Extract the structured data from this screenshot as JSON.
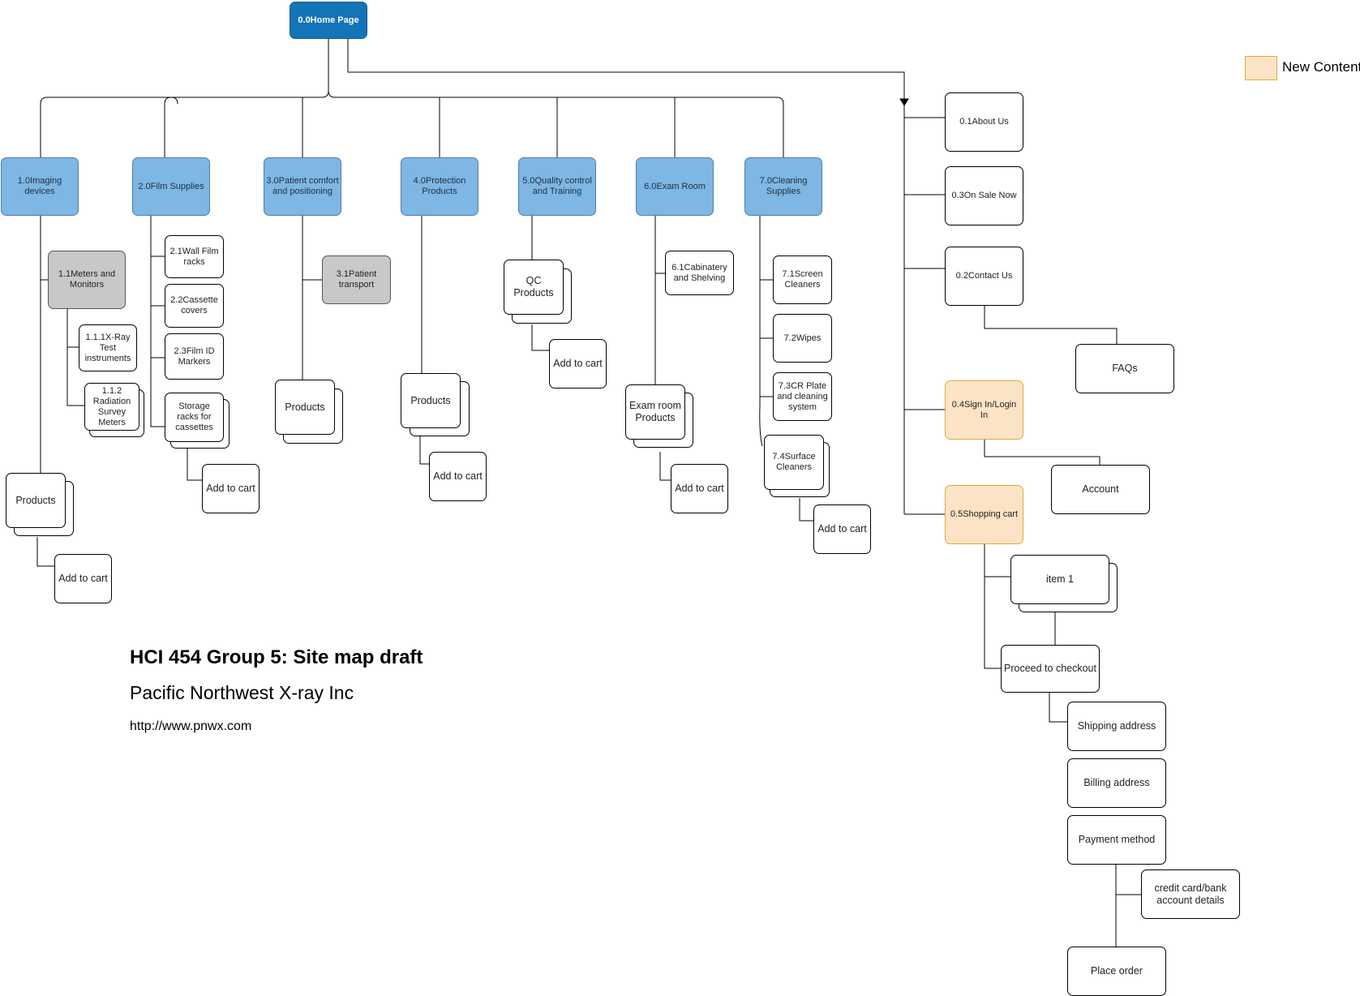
{
  "diagram": {
    "title": "HCI 454 Group 5: Site map draft",
    "company": "Pacific Northwest X-ray Inc",
    "url": "http://www.pnwx.com",
    "legend": {
      "label": "New Content",
      "color": "#fde3c6"
    },
    "colors": {
      "home": "#1474b8",
      "category": "#7eb6e4",
      "subcategory": "#c8c8c8",
      "new_content": "#fde3c6",
      "default": "#ffffff"
    },
    "home": "0.0Home Page",
    "categories": {
      "imaging": "1.0Imaging devices",
      "film": "2.0Film Supplies",
      "patient": "3.0Patient comfort and positioning",
      "protection": "4.0Protection Products",
      "quality": "5.0Quality control and Training",
      "exam": "6.0Exam Room",
      "cleaning": "7.0Cleaning Supplies"
    },
    "subpages": {
      "meters": "1.1Meters and Monitors",
      "xray_test": "1.1.1X-Ray Test instruments",
      "radiation": "1.1.2 Radiation Survey Meters",
      "wall_film": "2.1Wall Film racks",
      "cassette": "2.2Cassette covers",
      "film_id": "2.3Film ID Markers",
      "storage": "Storage racks for cassettes",
      "transport": "3.1Patient transport",
      "cabinetry": "6.1Cabinatery and Shelving",
      "screen": "7.1Screen Cleaners",
      "wipes": "7.2Wipes",
      "cr_plate": "7.3CR Plate and cleaning system",
      "surface": "7.4Surface Cleaners",
      "qc_products": "QC Products",
      "exam_products": "Exam room Products"
    },
    "products_label": "Products",
    "add_to_cart_label": "Add to cart",
    "right_pages": {
      "about": "0.1About Us",
      "sale": "0.3On Sale Now",
      "contact": "0.2Contact Us",
      "faqs": "FAQs",
      "signin": "0.4Sign In/Login In",
      "account": "Account",
      "cart": "0.5Shopping cart",
      "item": "item 1",
      "checkout": "Proceed to checkout",
      "shipping": "Shipping address",
      "billing": "Billing address",
      "payment": "Payment method",
      "card": "credit card/bank account details",
      "place_order": "Place order"
    }
  }
}
